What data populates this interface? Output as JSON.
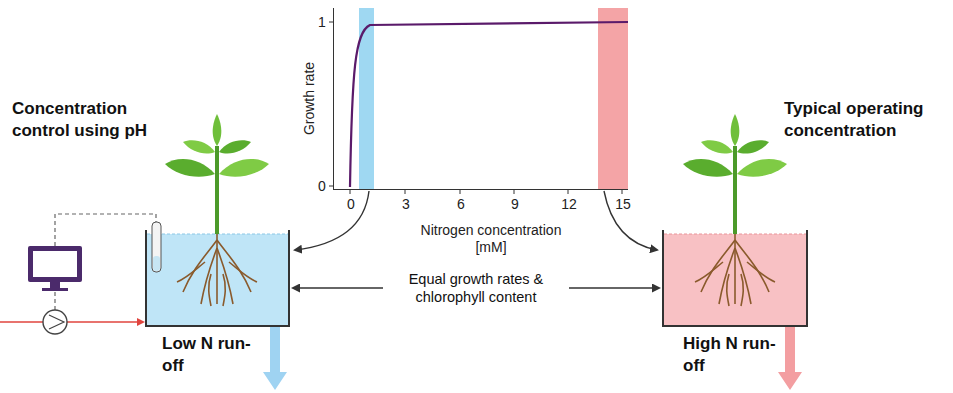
{
  "diagram": {
    "nodes": [
      {
        "text": [
          "Concentration control using pH"
        ]
      },
      {
        "text": [
          "Growth rate",
          "Nitrogen concentration [mM]"
        ]
      },
      {
        "text": [
          "Typical operating concentration"
        ]
      }
    ],
    "edges": [
      {
        "from": 1,
        "to": 0,
        "arrow": "to"
      },
      {
        "from": 1,
        "to": 2,
        "arrow": "to"
      },
      {
        "from": 0,
        "to": 2,
        "arrow": "both",
        "label": "Equal growth rates & chlorophyll content"
      }
    ],
    "labels": [
      "1",
      "0",
      "0",
      "3",
      "6",
      "9",
      "12",
      "15",
      "Low N run-off",
      "High N run-off"
    ]
  }
}
